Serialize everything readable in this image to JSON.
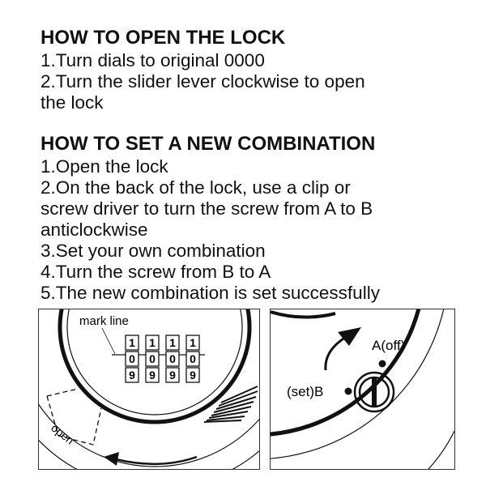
{
  "open_section": {
    "title": "HOW TO OPEN THE LOCK",
    "steps": [
      "1.Turn dials to original 0000",
      "2.Turn the slider lever clockwise to open",
      "the lock"
    ]
  },
  "set_section": {
    "title": "HOW TO SET A NEW COMBINATION",
    "steps": [
      "1.Open the lock",
      "2.On the back of the lock, use a clip or",
      "screw  driver to turn the screw from A to B",
      "anticlockwise",
      "3.Set your own combination",
      "4.Turn the screw from B to A",
      "5.The new combination is set  successfully"
    ]
  },
  "diagram_front": {
    "mark_label": "mark line",
    "dial_rows": [
      [
        "1",
        "1",
        "1",
        "1"
      ],
      [
        "0",
        "0",
        "0",
        "0"
      ],
      [
        "9",
        "9",
        "9",
        "9"
      ]
    ],
    "direction_label": "open"
  },
  "diagram_back": {
    "a_label": "A(off)",
    "b_label": "(set)B"
  }
}
